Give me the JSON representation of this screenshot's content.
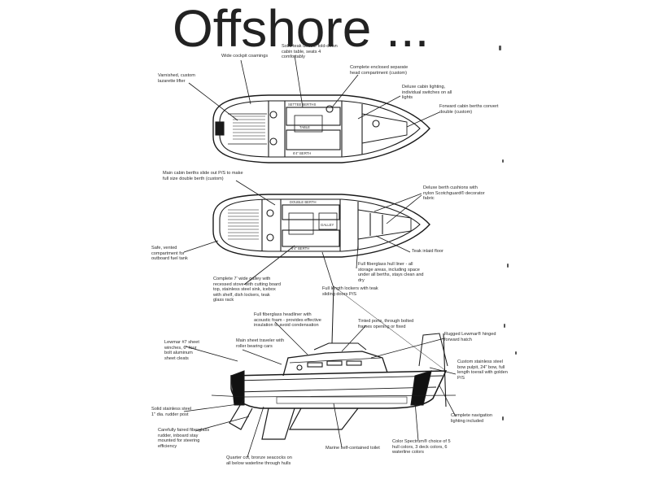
{
  "title": "Offshore ...",
  "callouts": {
    "wide_cockpit": "Wide cockpit coamings",
    "solid_teak_table": "Solid teak double fold-down cabin table, seats 4 comfortably",
    "varnished_lockers": "Varnished, custom lazarette lifter",
    "enclosed_head": "Complete enclosed separate head compartment (custom)",
    "cabin_lighting": "Deluxe cabin lighting, individual switches on all lights",
    "forward_berths": "Forward cabin berths convert double (custom)",
    "main_cabin_berths": "Main cabin berths slide out P/S to make full size double berth (custom)",
    "berth_cushions": "Deluxe berth cushions with nylon Scotchguard® decorator fabric",
    "teak_floor": "Teak inlaid floor",
    "outboard_compartment": "Safe, vented compartment for outboard fuel tank",
    "fiberglass_hull_liner": "Full fiberglass hull liner - all storage areas, including space under all berths, stays clean and dry",
    "galley": "Complete 7' wide galley with recessed stove with cutting board top, stainless steel sink, icebox with shelf, dish lockers, teak glass rack",
    "sliding_doors": "Full length lockers with teak sliding doors P/S",
    "hardtop": "Full fiberglass headliner with acoustic foam - provides effective insulation to avoid condensation",
    "tinted_ports": "Tinted ports, through bolted frames opening or fixed",
    "rugged_lewmar": "Rugged Lewmar® hinged forward hatch",
    "lewmar_winches": "Lewmar #7 sheet winches, 6\" four bolt aluminum sheet cleats",
    "mainsheet_traveler": "Main sheet traveler with roller bearing cars",
    "custom_stanchions": "Custom stainless steel bow pulpit, 24\" bow, full length toerail with golden P/S",
    "rudder_post": "Solid stainless steel 1\" dia. rudder post",
    "fiberglass_rudder": "Carefully faired fiberglass rudder, inboard stay mounted for steering efficiency",
    "navigation_lighting": "Complete navigation lighting included",
    "quarter_berth": "Quarter cot, bronze seacocks on all below waterline through hulls",
    "marine_toilet": "Marine self-contained toilet",
    "color_spectrum": "Color Spectrum® choice of 5 hull colors, 3 deck colors, 6 waterline colors"
  },
  "plan_markings": {
    "upper_main": "SETTEE BERTHS",
    "upper_table": "TABLE",
    "upper_lower_hull": "6'4\" BERTH",
    "lower_main": "DOUBLE BERTH",
    "lower_galley": "GALLEY",
    "lower_lower_hull": "6'4\" BERTH"
  }
}
